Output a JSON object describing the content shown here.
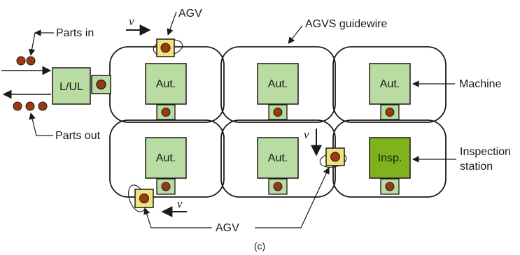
{
  "labels": {
    "parts_in": "Parts in",
    "parts_out": "Parts out",
    "agv_top": "AGV",
    "agvs_guidewire": "AGVS guidewire",
    "machine": "Machine",
    "inspection_line1": "Inspection",
    "inspection_line2": "station",
    "agv_bottom": "AGV",
    "caption": "(c)",
    "velocity": "v"
  },
  "stations": {
    "load_unload": "L/UL",
    "automated": "Aut.",
    "inspection": "Insp."
  },
  "colors": {
    "station_fill": "#b9dca3",
    "inspection_fill": "#7fb21c",
    "agv_fill": "#f3e27a",
    "part_fill": "#9b3a12",
    "line": "#1a1a1a"
  }
}
